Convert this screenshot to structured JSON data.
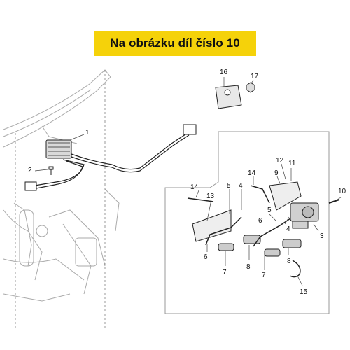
{
  "banner": {
    "text": "Na obrázku díl číslo 10"
  },
  "callouts": [
    "1",
    "2",
    "3",
    "4",
    "4",
    "5",
    "5",
    "6",
    "6",
    "7",
    "7",
    "8",
    "8",
    "9",
    "10",
    "11",
    "12",
    "13",
    "14",
    "14",
    "15",
    "16",
    "17"
  ],
  "colors": {
    "banner": "#f5d20a",
    "line": "#222222",
    "frame": "#999999"
  }
}
